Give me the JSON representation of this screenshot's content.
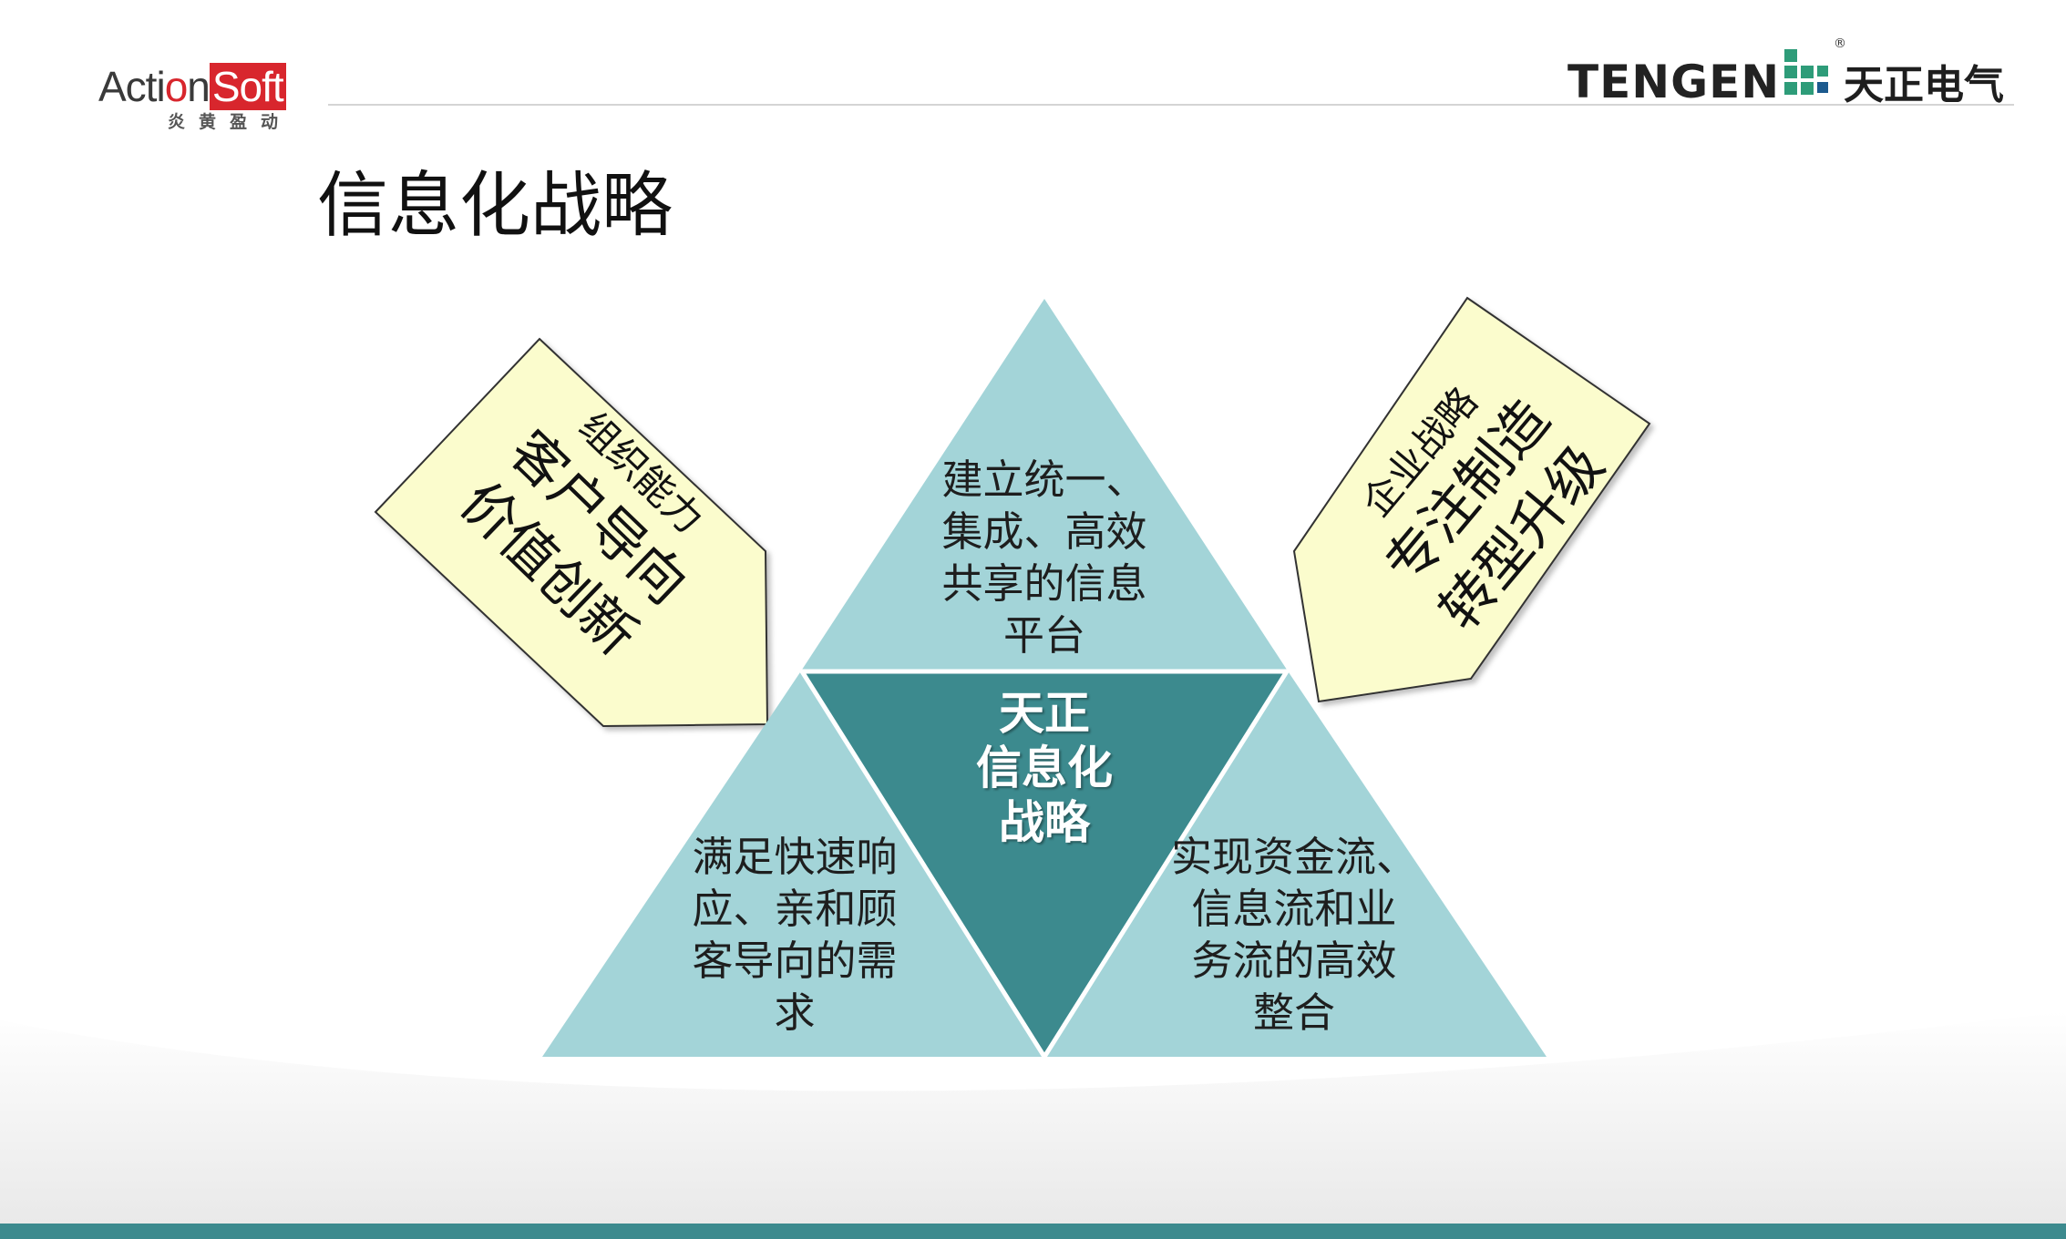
{
  "brand": {
    "left_logo": {
      "part1": "Acti",
      "part2": "o",
      "part3": "n",
      "part4": "Soft",
      "subtitle": "炎黄盈动"
    },
    "right_logo": {
      "name": "TENGEN",
      "registered": "®",
      "chinese": "天正电气"
    }
  },
  "slide_title": "信息化战略",
  "diagram": {
    "top_triangle": [
      "建立统一、",
      "集成、高效",
      "共享的信息",
      "平台"
    ],
    "center_triangle": [
      "天正",
      "信息化",
      "战略"
    ],
    "bottom_left_triangle": [
      "满足快速响",
      "应、亲和顾",
      "客导向的需",
      "求"
    ],
    "bottom_right_triangle": [
      "实现资金流、",
      "信息流和业",
      "务流的高效",
      "整合"
    ],
    "left_arrow": {
      "heading": "组织能力",
      "lines": [
        "客户导向",
        "价值创新"
      ]
    },
    "right_arrow": {
      "heading": "企业战略",
      "lines": [
        "专注制造",
        "转型升级"
      ]
    }
  },
  "colors": {
    "light_teal": "#a3d4d8",
    "dark_teal": "#3c8a8e",
    "arrow_fill": "#fbfccd",
    "footer_bar": "#3c8a8e",
    "brand_red": "#d8262d",
    "tengen_green": "#2e9c79"
  }
}
